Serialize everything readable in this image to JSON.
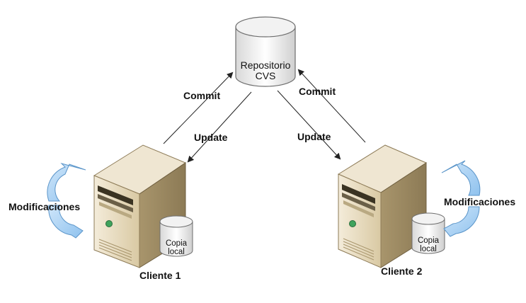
{
  "repository": {
    "line1": "Repositorio",
    "line2": "CVS"
  },
  "flows": {
    "commit_left": "Commit",
    "update_left": "Update",
    "commit_right": "Commit",
    "update_right": "Update"
  },
  "clients": [
    {
      "name": "Cliente 1",
      "activity": "Modificaciones",
      "local_copy_line1": "Copia",
      "local_copy_line2": "local"
    },
    {
      "name": "Cliente 2",
      "activity": "Modificaciones",
      "local_copy_line1": "Copia",
      "local_copy_line2": "local"
    }
  ],
  "colors": {
    "cycle_arrow": "#a9d2f3",
    "cycle_arrow_stroke": "#5b95c9",
    "server_front": "#e6d9bd",
    "server_side": "#c7b48c",
    "server_top": "#efe6d2",
    "indicator": "#3fa35c"
  }
}
